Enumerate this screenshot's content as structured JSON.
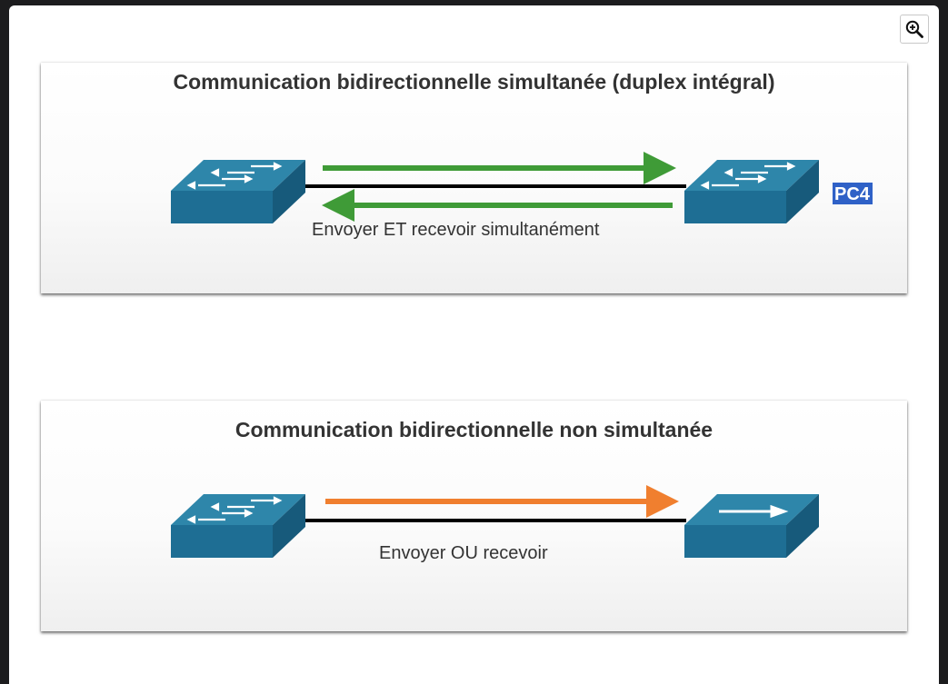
{
  "toolbar": {
    "zoom_icon": "zoom-in-icon"
  },
  "colors": {
    "switch_top": "#2e86aa",
    "switch_front": "#1e6e94",
    "switch_side": "#175a7b",
    "full_duplex_arrow": "#3f9b37",
    "half_duplex_arrow": "#f07f2f",
    "link_line": "#000000",
    "pc_label_bg": "#2f61c7"
  },
  "full_duplex": {
    "title": "Communication bidirectionnelle simultanée (duplex intégral)",
    "caption": "Envoyer ET recevoir simultanément",
    "left_device": "switch",
    "right_device": "switch",
    "right_label": "PC4"
  },
  "half_duplex": {
    "title": "Communication bidirectionnelle non simultanée",
    "caption": "Envoyer OU recevoir",
    "left_device": "switch",
    "right_device": "switch"
  }
}
